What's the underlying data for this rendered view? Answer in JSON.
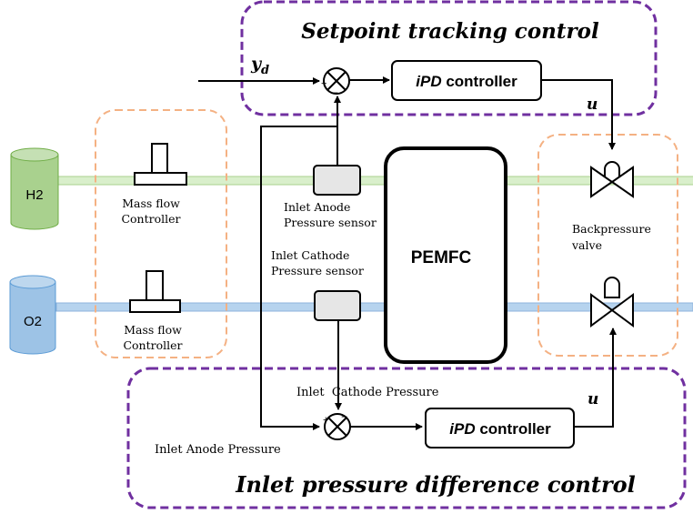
{
  "groups": {
    "setpoint": "Setpoint tracking control",
    "difference": "Inlet pressure difference control"
  },
  "signals": {
    "yd_main": "y",
    "yd_sub": "d",
    "u_top": "u",
    "u_bottom": "u"
  },
  "controllers": {
    "top": {
      "italic": "iPD",
      "text": " controller"
    },
    "bottom": {
      "italic": "iPD",
      "text": " controller"
    }
  },
  "tanks": {
    "h2": "H2",
    "o2": "O2"
  },
  "mfc": {
    "top": [
      "Mass flow",
      "Controller"
    ],
    "bottom": [
      "Mass flow",
      "Controller"
    ]
  },
  "sensors": {
    "anode": [
      "Inlet Anode",
      "Pressure sensor"
    ],
    "cathode": [
      "Inlet Cathode",
      "Pressure sensor"
    ]
  },
  "stack": "PEMFC",
  "valve": [
    "Backpressure",
    "valve"
  ],
  "feedback_labels": {
    "cathode": "Inlet  Cathode Pressure",
    "anode": "Inlet Anode Pressure"
  },
  "summing_signs": {
    "top_plus": "+",
    "top_minus": "−",
    "bottom_plus": "+",
    "bottom_minus": "−"
  },
  "colors": {
    "group_border": "#7030a0",
    "subsystem_border": "#f4b183",
    "h2_pipe": "#d9efcb",
    "o2_pipe": "#b6d3ee",
    "h2_tank": "#a9d18e",
    "o2_tank": "#9dc3e6",
    "sensor_fill": "#e6e6e6"
  }
}
